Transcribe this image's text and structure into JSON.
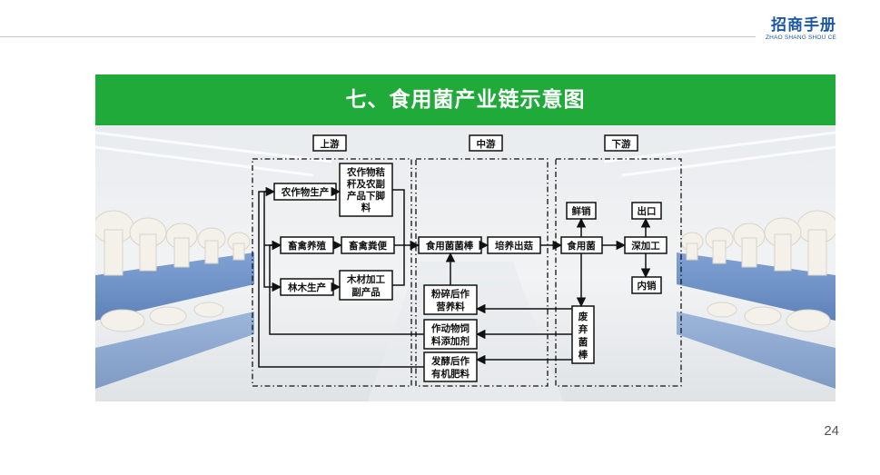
{
  "header": {
    "brand_cn": "招商手册",
    "brand_pinyin": "ZHAO SHANG SHOU CE"
  },
  "slide": {
    "title": "七、食用菌产业链示意图"
  },
  "diagram": {
    "sections": {
      "upstream": "上游",
      "midstream": "中游",
      "downstream": "下游"
    },
    "nodes": {
      "crop_production": "农作物生产",
      "livestock": "畜禽养殖",
      "forestry": "林木生产",
      "crop_residue": [
        "农作物秸",
        "秆及农副",
        "产品下脚",
        "料"
      ],
      "manure": "畜禽粪便",
      "wood_byproduct": [
        "木材加工",
        "副产品"
      ],
      "mushroom_stick": "食用菌菌棒",
      "cultivation": "培养出菇",
      "edible_fungi": "食用菌",
      "fresh_sales": "鲜销",
      "deep_processing": "深加工",
      "export": "出口",
      "domestic_sales": "内销",
      "waste_stick": [
        "废",
        "弃",
        "菌",
        "棒"
      ],
      "crushed_nutrient": [
        "粉碎后作",
        "营养料"
      ],
      "feed_additive": [
        "作动物饲",
        "料添加剂"
      ],
      "organic_fertilizer": [
        "发酵后作",
        "有机肥料"
      ]
    }
  },
  "colors": {
    "title_bar": "#1faa3a",
    "brand": "#1b57a8"
  },
  "footer": {
    "page_number": "24"
  }
}
